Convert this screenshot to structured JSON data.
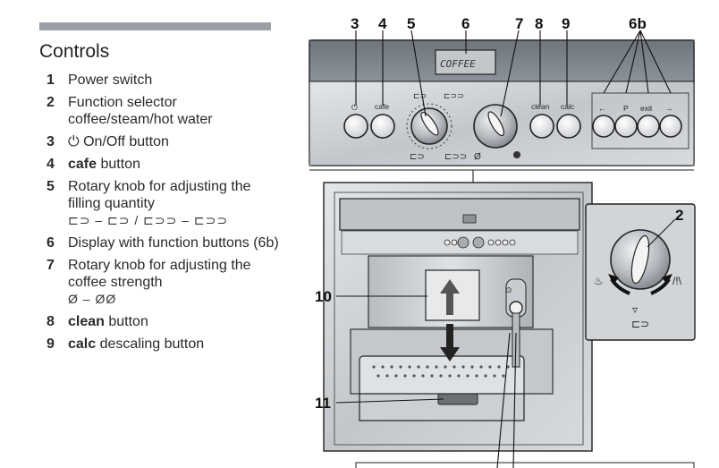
{
  "section": {
    "title": "Controls"
  },
  "items": [
    {
      "num": "1",
      "text": "Power switch"
    },
    {
      "num": "2",
      "text": "Function selector coffee/steam/hot water"
    },
    {
      "num": "3",
      "text": "⏻ On/Off button"
    },
    {
      "num": "4",
      "bold": "cafe",
      "text": " button"
    },
    {
      "num": "5",
      "text": "Rotary knob for adjusting the filling quantity",
      "sym": "⊏⊃ – ⊏⊃ / ⊏⊃⊃ – ⊏⊃⊃"
    },
    {
      "num": "6",
      "text": "Display with function buttons (6b)"
    },
    {
      "num": "7",
      "text": "Rotary knob for adjusting the coffee strength",
      "sym": "Ø – ØØ"
    },
    {
      "num": "8",
      "bold": "clean",
      "text": " button"
    },
    {
      "num": "9",
      "bold": "calc",
      "text": " descaling button"
    }
  ],
  "figure": {
    "callouts": {
      "c3": "3",
      "c4": "4",
      "c5": "5",
      "c6": "6",
      "c7": "7",
      "c8": "8",
      "c9": "9",
      "c6b": "6b",
      "c10": "10",
      "c11": "11",
      "c2": "2"
    },
    "display_text": "COFFEE",
    "button_labels": {
      "cafe": "cafe",
      "clean": "clean",
      "calc": "calc",
      "left": "←",
      "p": "P",
      "exit": "exit",
      "right": "→"
    }
  }
}
